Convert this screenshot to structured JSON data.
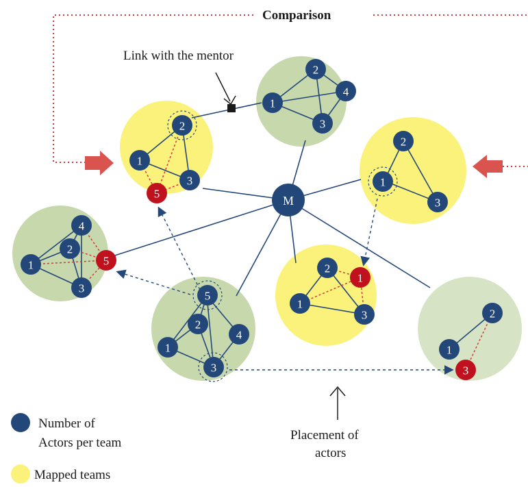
{
  "title": "Comparison",
  "annotations": {
    "mentor_link": "Link with the mentor",
    "placement_line1": "Placement of",
    "placement_line2": "actors"
  },
  "center_node": "M",
  "legend": {
    "actors_line1": "Number of",
    "actors_line2": "Actors per team",
    "mapped": "Mapped teams"
  },
  "colors": {
    "actor": "#24477a",
    "new_actor": "#c0121e",
    "mapped_team": "#fbf27c",
    "team": "#bcd19e",
    "dotted_line": "#d13a3a",
    "arrow": "#d9534f"
  },
  "teams": {
    "top": [
      "1",
      "2",
      "3",
      "4"
    ],
    "top_left": [
      "1",
      "2",
      "3",
      "5"
    ],
    "right": [
      "1",
      "2",
      "3"
    ],
    "left": [
      "1",
      "2",
      "3",
      "4",
      "5"
    ],
    "bottom_center": [
      "1",
      "2",
      "3",
      "4",
      "5"
    ],
    "middle": [
      "1",
      "2",
      "3",
      "1"
    ],
    "bottom_right": [
      "1",
      "2",
      "3"
    ]
  }
}
